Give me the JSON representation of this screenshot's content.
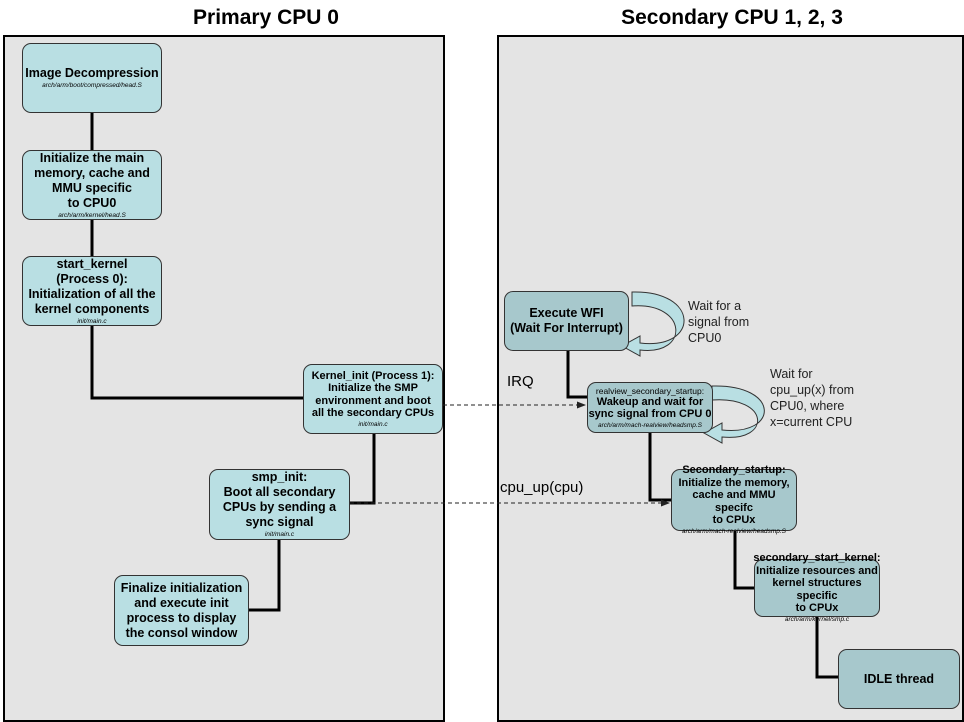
{
  "titles": {
    "primary": "Primary CPU 0",
    "secondary": "Secondary CPU 1, 2, 3"
  },
  "primary": {
    "decompress": {
      "title": "Image Decompression",
      "path": "arch/arm/boot/compressed/head.S"
    },
    "init_mem": {
      "title": "Initialize the main\nmemory, cache and\nMMU specific\nto CPU0",
      "path": "arch/arm/kernel/head.S"
    },
    "start_kernel": {
      "title": "start_kernel\n(Process 0):\nInitialization of all the\nkernel components",
      "path": "init/main.c"
    },
    "kernel_init": {
      "title": "Kernel_init (Process 1):\nInitialize the SMP\nenvironment and boot\nall the secondary CPUs",
      "path": "init/main.c"
    },
    "smp_init": {
      "title": "smp_init:\nBoot all secondary\nCPUs by sending a\nsync signal",
      "path": "init/main.c"
    },
    "finalize": {
      "title": "Finalize initialization\nand execute init\nprocess to display\nthe consol window"
    }
  },
  "secondary": {
    "wfi": {
      "title": "Execute WFI\n(Wait For Interrupt)"
    },
    "wfi_note": "Wait for a\nsignal from\nCPU0",
    "realview": {
      "pre": "realview_secondary_startup:",
      "title": "Wakeup and wait for\nsync signal from CPU 0",
      "path": "arch/arm/mach-realview/headsmp.S"
    },
    "realview_note": "Wait for\ncpu_up(x) from\nCPU0, where\nx=current CPU",
    "sec_startup": {
      "title": "Secondary_startup:\nInitialize the memory,\ncache and MMU specifc\nto CPUx",
      "path": "arch/arm/mach-realview/headsmp.S"
    },
    "sec_start_kernel": {
      "title": "secondary_start_kernel:\nInitialize resources and\nkernel structures specific\nto CPUx",
      "path": "arch/arm/kernel/smp.c"
    },
    "idle": {
      "title": "IDLE thread"
    }
  },
  "signals": {
    "irq": "IRQ",
    "cpu_up": "cpu_up(cpu)"
  },
  "colors": {
    "box_fill": "#b9dfe3",
    "box_fill_dark": "#a7c8cc",
    "panel_fill": "#e4e4e4"
  }
}
